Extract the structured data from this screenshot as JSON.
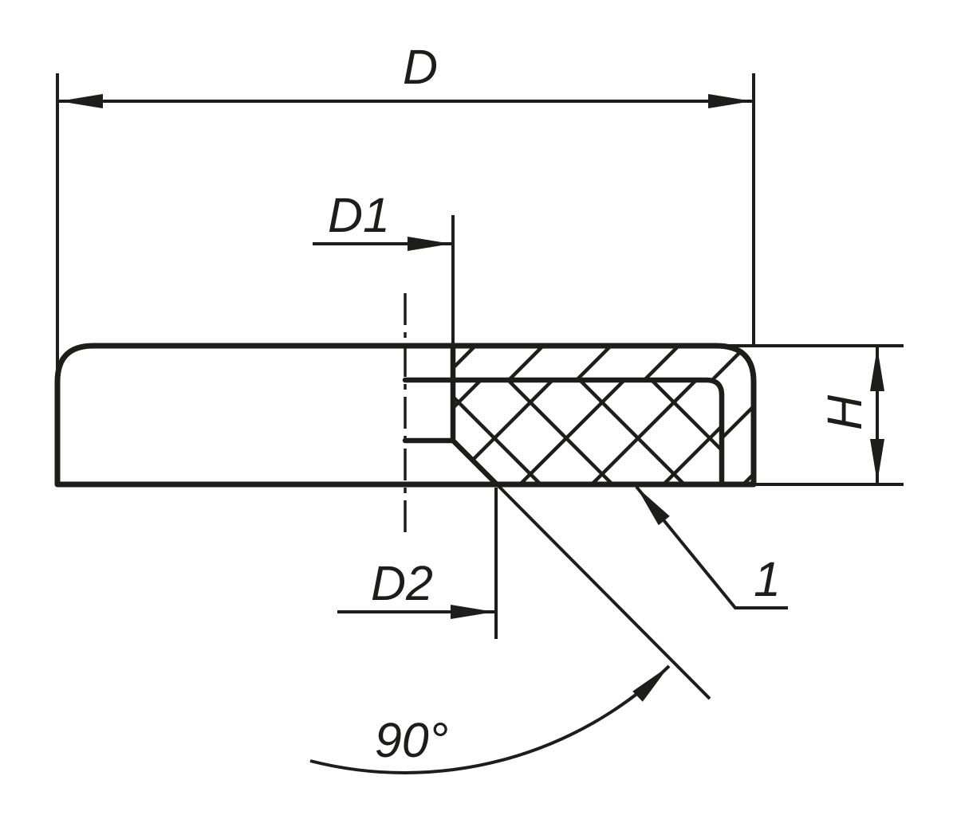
{
  "colors": {
    "line": "#1d1d1b",
    "background": "#ffffff"
  },
  "labels": {
    "outer_diameter": "D",
    "bore_diameter": "D1",
    "countersink_diameter": "D2",
    "height": "H",
    "countersink_angle": "90°",
    "magnet_callout": "1"
  }
}
